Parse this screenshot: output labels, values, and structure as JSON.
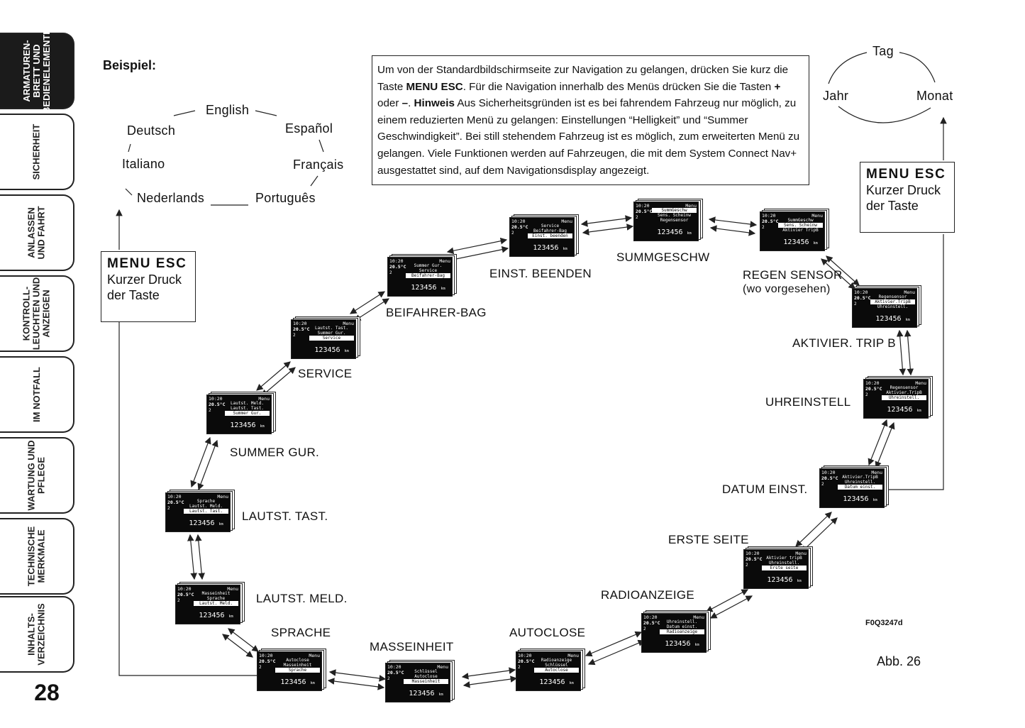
{
  "tabs": [
    {
      "label": "ARMATUREN-\nBRETT UND\nBEDIENELEMENTE",
      "active": true
    },
    {
      "label": "SICHERHEIT",
      "active": false
    },
    {
      "label": "ANLASSEN\nUND FAHRT",
      "active": false
    },
    {
      "label": "KONTROLL-\nLEUCHTEN UND\nANZEIGEN",
      "active": false
    },
    {
      "label": "IM NOTFALL",
      "active": false
    },
    {
      "label": "WARTUNG UND\nPFLEGE",
      "active": false
    },
    {
      "label": "TECHNISCHE\nMERKMALE",
      "active": false
    },
    {
      "label": "INHALTS-\nVERZEICHNIS",
      "active": false
    }
  ],
  "page_number": "28",
  "example_heading": "Beispiel:",
  "languages": [
    "English",
    "Español",
    "Français",
    "Português",
    "Nederlands",
    "Italiano",
    "Deutsch"
  ],
  "date_cycle": [
    "Tag",
    "Monat",
    "Jahr"
  ],
  "info_box": {
    "p1": "Um von der Standardbildschirmseite zur Navigation zu gelangen, drücken Sie kurz die Taste ",
    "k1": "MENU ESC",
    "p2": ". Für die Navigation innerhalb des Menüs drücken Sie die Tasten ",
    "k2": "+",
    "p3": " oder ",
    "k3": "–",
    "p4": ". ",
    "k4": "Hinweis",
    "p5": "  Aus Sicherheitsgründen ist es bei fahrendem Fahrzeug nur möglich, zu einem reduzierten Menü zu gelangen: Einstellungen “Helligkeit” und “Summer Geschwindigkeit”. Bei still stehendem Fahrzeug ist es möglich, zum erweiterten Menü zu gelangen. Viele Funktionen werden auf Fahrzeugen, die mit dem System Connect Nav+ ausgestattet sind, auf dem Navigationsdisplay angezeigt."
  },
  "esc_box": {
    "title": "MENU ESC",
    "line1": "Kurzer Druck",
    "line2": "der Taste"
  },
  "display_common": {
    "time": "10:20",
    "menu": "Menu",
    "temp": "20.5°C",
    "gear": "2",
    "odo": "123456",
    "unit": "km"
  },
  "screens": [
    {
      "label": "SUMMGESCHW",
      "lines": [
        "SummGeschw",
        "Sens. Scheinw",
        "Regensensor"
      ],
      "sel": 0
    },
    {
      "label": "REGEN SENSOR",
      "sub": "(wo vorgesehen)",
      "lines": [
        "SummGeschw",
        "Sens. Scheinw",
        "Aktivier TripB"
      ],
      "sel": 1
    },
    {
      "label": "AKTIVIER.  TRIP  B",
      "lines": [
        "Regensensor",
        "Aktivier.TripB",
        "Uhreinstell."
      ],
      "sel": 1
    },
    {
      "label": "UHREINSTELL",
      "lines": [
        "Regensensor",
        "Aktivier.TripB",
        "Uhreinstell."
      ],
      "sel": 2
    },
    {
      "label": "DATUM EINST.",
      "lines": [
        "Aktivier.TripB",
        "Uhreinstell.",
        "Datum einst."
      ],
      "sel": 2
    },
    {
      "label": "ERSTE SEITE",
      "lines": [
        "Aktivier tripB",
        "Uhreinstell.",
        "Erste seite"
      ],
      "sel": 2
    },
    {
      "label": "RADIOANZEIGE",
      "lines": [
        "Uhreinstell.",
        "Datum einst.",
        "Radioanzeige"
      ],
      "sel": 2
    },
    {
      "label": "AUTOCLOSE",
      "lines": [
        "Radioanzeige",
        "Schlüssel",
        "Autoclose"
      ],
      "sel": 2
    },
    {
      "label": "MASSEINHEIT",
      "lines": [
        "Schlüssel",
        "Autoclose",
        "Masseinheit"
      ],
      "sel": 2
    },
    {
      "label": "SPRACHE",
      "lines": [
        "Autoclose",
        "Masseinheit",
        "Sprache"
      ],
      "sel": 2
    },
    {
      "label": "LAUTST. MELD.",
      "lines": [
        "Masseinheit",
        "Sprache",
        "Lautst. Meld."
      ],
      "sel": 2
    },
    {
      "label": "LAUTST. TAST.",
      "lines": [
        "Sprache",
        "Lautst. Meld.",
        "Lautst. Tast."
      ],
      "sel": 2
    },
    {
      "label": "SUMMER GUR.",
      "lines": [
        "Lautst. Meld.",
        "Lautst. Tast.",
        "Summer Gur."
      ],
      "sel": 2
    },
    {
      "label": "SERVICE",
      "lines": [
        "Lautst. Tast.",
        "Summer Gur.",
        "Service"
      ],
      "sel": 2
    },
    {
      "label": "BEIFAHRER-BAG",
      "lines": [
        "Summer Gur.",
        "Service",
        "Beifahrer-Bag"
      ],
      "sel": 2
    },
    {
      "label": "EINST. BEENDEN",
      "lines": [
        "Service",
        "Beifahrer-Bag",
        "Einst. beenden"
      ],
      "sel": 2
    }
  ],
  "figure_code": "F0Q3247d",
  "figure_caption": "Abb. 26"
}
